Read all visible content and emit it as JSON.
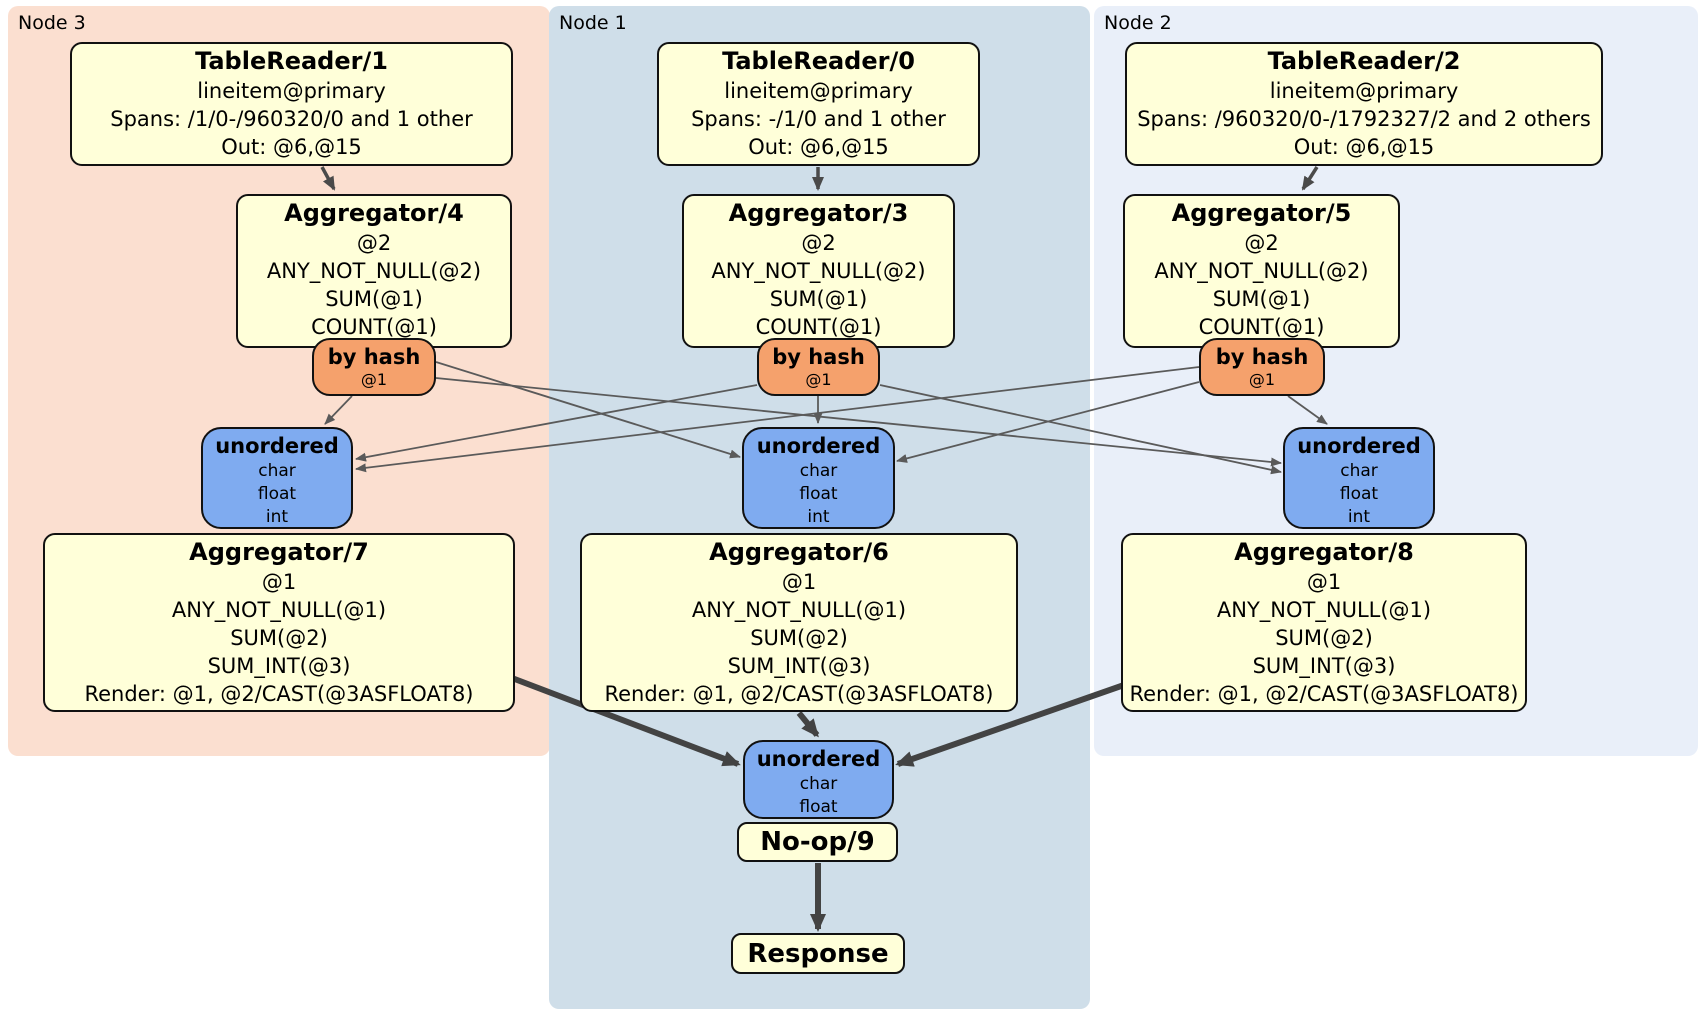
{
  "panels": {
    "node3": {
      "label": "Node 3"
    },
    "node1": {
      "label": "Node 1"
    },
    "node2": {
      "label": "Node 2"
    }
  },
  "boxes": {
    "tr1": {
      "title": "TableReader/1",
      "lines": [
        "lineitem@primary",
        "Spans: /1/0-/960320/0 and 1 other",
        "Out: @6,@15"
      ]
    },
    "tr0": {
      "title": "TableReader/0",
      "lines": [
        "lineitem@primary",
        "Spans: -/1/0 and 1 other",
        "Out: @6,@15"
      ]
    },
    "tr2": {
      "title": "TableReader/2",
      "lines": [
        "lineitem@primary",
        "Spans: /960320/0-/1792327/2 and 2 others",
        "Out: @6,@15"
      ]
    },
    "agg4": {
      "title": "Aggregator/4",
      "lines": [
        "@2",
        "ANY_NOT_NULL(@2)",
        "SUM(@1)",
        "COUNT(@1)"
      ]
    },
    "agg3": {
      "title": "Aggregator/3",
      "lines": [
        "@2",
        "ANY_NOT_NULL(@2)",
        "SUM(@1)",
        "COUNT(@1)"
      ]
    },
    "agg5": {
      "title": "Aggregator/5",
      "lines": [
        "@2",
        "ANY_NOT_NULL(@2)",
        "SUM(@1)",
        "COUNT(@1)"
      ]
    },
    "router3": {
      "title": "by hash",
      "lines": [
        "@1"
      ]
    },
    "router1": {
      "title": "by hash",
      "lines": [
        "@1"
      ]
    },
    "router2": {
      "title": "by hash",
      "lines": [
        "@1"
      ]
    },
    "sync3": {
      "title": "unordered",
      "lines": [
        "char",
        "float",
        "int"
      ]
    },
    "sync1": {
      "title": "unordered",
      "lines": [
        "char",
        "float",
        "int"
      ]
    },
    "sync2": {
      "title": "unordered",
      "lines": [
        "char",
        "float",
        "int"
      ]
    },
    "agg7": {
      "title": "Aggregator/7",
      "lines": [
        "@1",
        "ANY_NOT_NULL(@1)",
        "SUM(@2)",
        "SUM_INT(@3)",
        "Render: @1, @2/CAST(@3ASFLOAT8)"
      ]
    },
    "agg6": {
      "title": "Aggregator/6",
      "lines": [
        "@1",
        "ANY_NOT_NULL(@1)",
        "SUM(@2)",
        "SUM_INT(@3)",
        "Render: @1, @2/CAST(@3ASFLOAT8)"
      ]
    },
    "agg8": {
      "title": "Aggregator/8",
      "lines": [
        "@1",
        "ANY_NOT_NULL(@1)",
        "SUM(@2)",
        "SUM_INT(@3)",
        "Render: @1, @2/CAST(@3ASFLOAT8)"
      ]
    },
    "syncFinal": {
      "title": "unordered",
      "lines": [
        "char",
        "float"
      ]
    },
    "noop": {
      "title": "No-op/9"
    },
    "response": {
      "title": "Response"
    }
  },
  "colors": {
    "panel-node3": "#fbdfd0",
    "panel-node1": "#cfdee9",
    "panel-node2": "#e9eff9",
    "box-yellow": "#ffffd9",
    "router-orange": "#f5a16c",
    "sync-blue": "#7fabf0",
    "edge-thin": "#5a5a5a",
    "edge-mid": "#4a4a4a",
    "edge-thick": "#434343",
    "border": "#111111"
  }
}
